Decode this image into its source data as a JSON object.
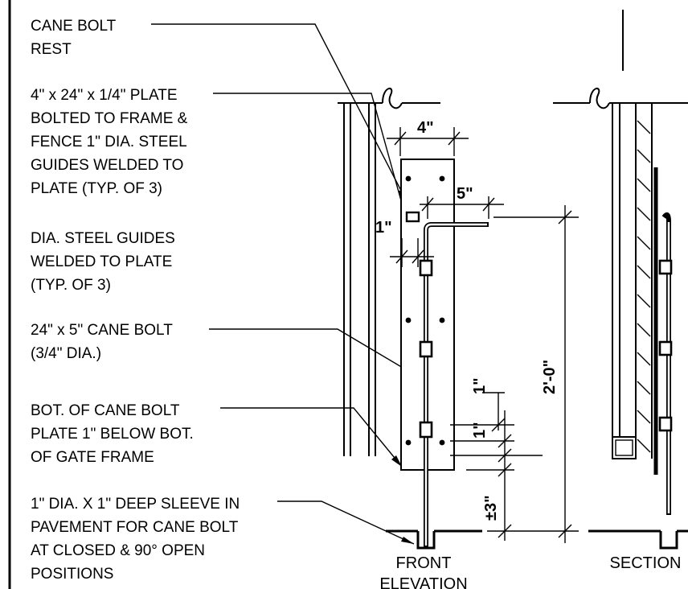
{
  "notes": [
    {
      "id": "cane-bolt-rest",
      "lines": [
        "CANE BOLT",
        "REST"
      ]
    },
    {
      "id": "plate",
      "lines": [
        "4\" x 24\" x 1/4\" PLATE",
        "BOLTED TO FRAME &",
        "FENCE 1\" DIA. STEEL",
        "GUIDES WELDED TO",
        "PLATE (TYP. OF 3)"
      ]
    },
    {
      "id": "guides",
      "lines": [
        "DIA. STEEL GUIDES",
        "WELDED TO PLATE",
        "(TYP. OF 3)"
      ]
    },
    {
      "id": "cane-bolt",
      "lines": [
        "24\" x 5\" CANE BOLT",
        "(3/4\" DIA.)"
      ]
    },
    {
      "id": "bot-cane-bolt",
      "lines": [
        "BOT. OF CANE BOLT",
        "PLATE 1\" BELOW BOT.",
        "OF GATE FRAME"
      ]
    },
    {
      "id": "sleeve",
      "lines": [
        "1\" DIA. X 1\" DEEP SLEEVE IN",
        "PAVEMENT FOR CANE BOLT",
        "AT CLOSED &  90° OPEN",
        "POSITIONS"
      ]
    }
  ],
  "dimensions": {
    "plate_width": "4\"",
    "leg": "5\"",
    "offset": "1\"",
    "height": "2'-0\"",
    "upper": "1\"",
    "mid": "1\"",
    "lower": "±3\""
  },
  "titles": {
    "front": [
      "FRONT",
      "ELEVATION"
    ],
    "section": "SECTION"
  }
}
